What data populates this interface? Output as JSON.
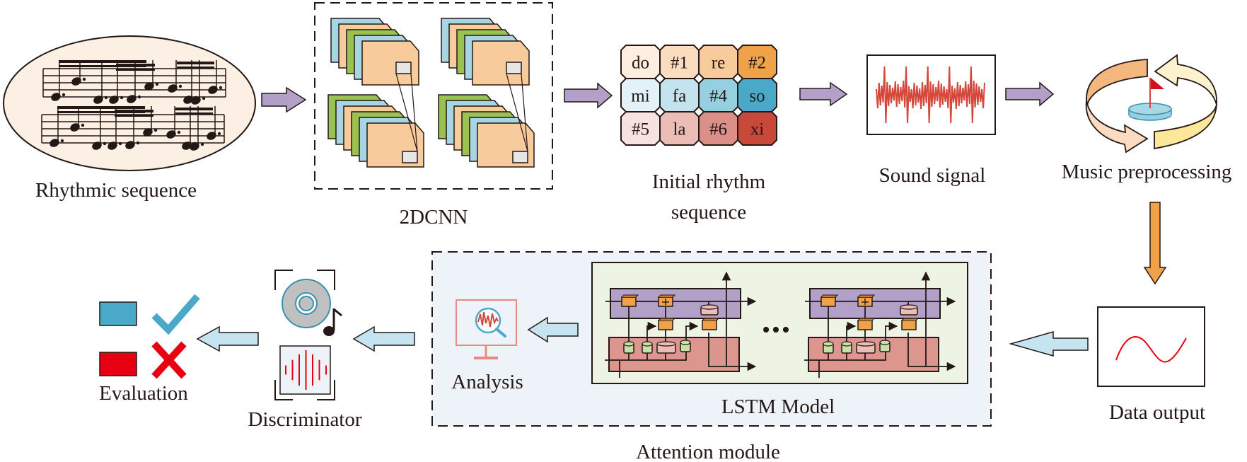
{
  "title": "Music rhythm generation pipeline",
  "stages": {
    "rhythmic_sequence": {
      "label": "Rhythmic sequence"
    },
    "cnn": {
      "label": "2DCNN"
    },
    "initial_rhythm": {
      "label_line1": "Initial rhythm",
      "label_line2": "sequence"
    },
    "sound_signal": {
      "label": "Sound signal"
    },
    "music_preprocessing": {
      "label": "Music preprocessing"
    },
    "data_output": {
      "label": "Data output"
    },
    "attention_module": {
      "label": "Attention module"
    },
    "lstm_model": {
      "label": "LSTM Model",
      "ellipsis": "•••"
    },
    "analysis": {
      "label": "Analysis"
    },
    "discriminator": {
      "label": "Discriminator"
    },
    "evaluation": {
      "label": "Evaluation"
    }
  },
  "rhythm_grid": [
    [
      {
        "text": "do",
        "color": "#fdeee0"
      },
      {
        "text": "#1",
        "color": "#fbdcbf"
      },
      {
        "text": "re",
        "color": "#f8cb9c"
      },
      {
        "text": "#2",
        "color": "#f0a24a"
      }
    ],
    [
      {
        "text": "mi",
        "color": "#e3f2f8"
      },
      {
        "text": "fa",
        "color": "#c3e4ef"
      },
      {
        "text": "#4",
        "color": "#95cfe0"
      },
      {
        "text": "so",
        "color": "#4aa8c8"
      }
    ],
    [
      {
        "text": "#5",
        "color": "#f7e2e0"
      },
      {
        "text": "la",
        "color": "#ebbdb6"
      },
      {
        "text": "#6",
        "color": "#dc8f86"
      },
      {
        "text": "xi",
        "color": "#c8483a"
      }
    ]
  ],
  "colors": {
    "arrow_purple": "#b3a0c9",
    "arrow_orange": "#f0a24a",
    "arrow_blue": "#c5e4ef",
    "signal_red": "#d5473a",
    "check_blue": "#4aa8c8",
    "cross_red": "#e60012",
    "attention_bg": "#eef3f9",
    "lstm_bg": "#eef4e4",
    "lstm_top": "#b3a0c9",
    "lstm_bottom": "#dc968d",
    "gate_orange": "#f0a24a",
    "cnn_peach": "#f8cb9c",
    "cnn_blue": "#a6d6e3",
    "cnn_green": "#9bc153"
  }
}
